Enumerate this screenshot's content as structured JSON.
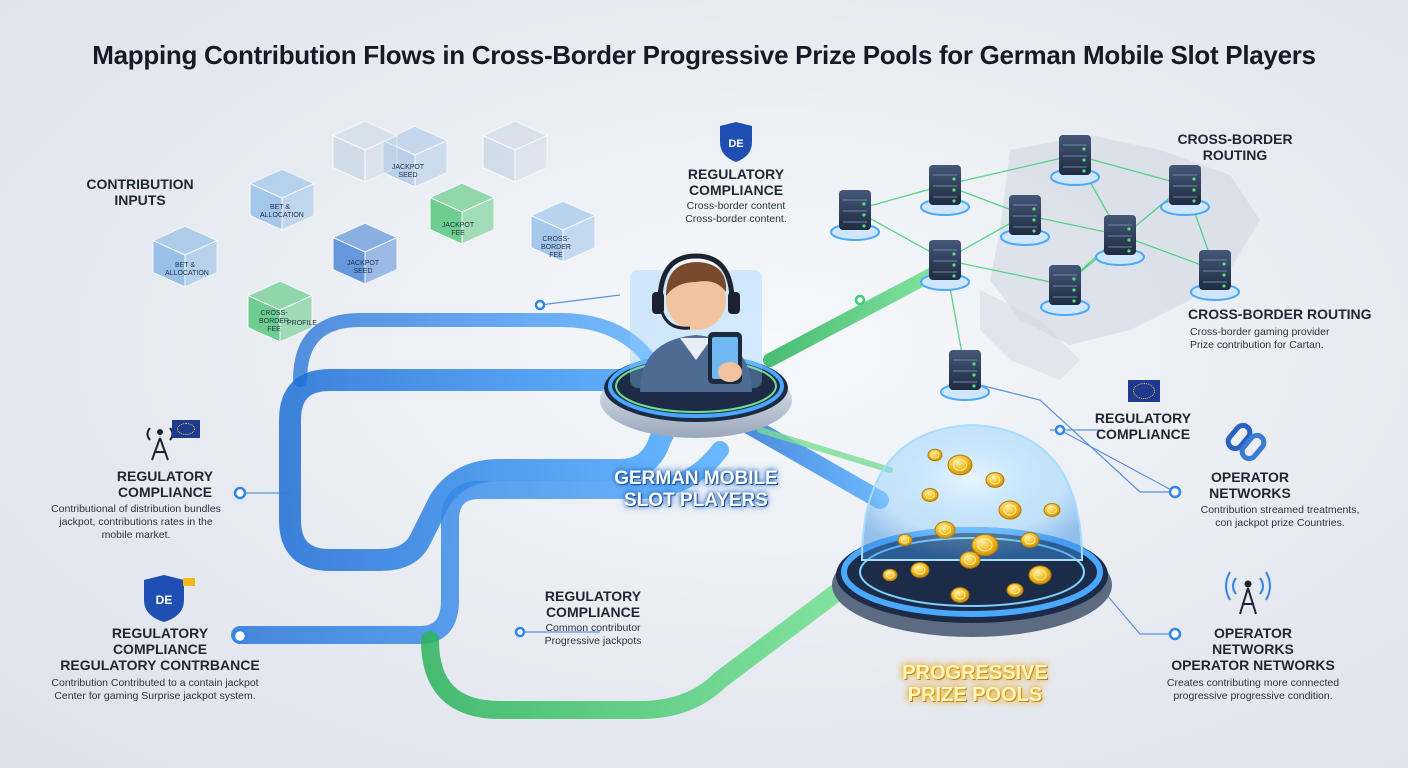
{
  "title": "Mapping Contribution Flows in Cross-Border Progressive Prize Pools for German Mobile Slot Players",
  "central_node": {
    "label_line1": "GERMAN MOBILE",
    "label_line2": "SLOT PLAYERS"
  },
  "prize_node": {
    "label_line1": "PROGRESSIVE",
    "label_line2": "PRIZE POOLS"
  },
  "contribution_inputs": {
    "label_line1": "CONTRIBUTION",
    "label_line2": "INPUTS",
    "cube_labels": [
      "BET & ALLOCATION",
      "BET & ALLOCATION",
      "JACKPOT SEED",
      "JACKPOT FEE",
      "CROSS-BORDER FEE",
      "JACKPOT SEED",
      "CROSS-BORDER FEE",
      "PROFILE"
    ]
  },
  "top_regulatory": {
    "badge": "DE",
    "label_line1": "REGULATORY",
    "label_line2": "COMPLIANCE",
    "desc_line1": "Cross-border content",
    "desc_line2": "Cross-border content."
  },
  "routing_top": {
    "label_line1": "CROSS-BORDER",
    "label_line2": "ROUTING"
  },
  "routing_right": {
    "label": "CROSS-BORDER ROUTING",
    "desc_line1": "Cross-border gaming provider",
    "desc_line2": "Prize contribution for Cartan."
  },
  "right_regulatory": {
    "label_line1": "REGULATORY",
    "label_line2": "COMPLIANCE"
  },
  "operator_1": {
    "label_line1": "OPERATOR",
    "label_line2": "NETWORKS",
    "desc_line1": "Contribution streamed treatments,",
    "desc_line2": "con jackpot prize Countries."
  },
  "operator_2": {
    "label_line1": "OPERATOR",
    "label_line2": "NETWORKS",
    "label_line3": "OPERATOR NETWORKS",
    "desc_line1": "Creates contributing more connected",
    "desc_line2": "progressive progressive condition."
  },
  "left_regulatory_1": {
    "label_line1": "REGULATORY",
    "label_line2": "COMPLIANCE",
    "desc_line1": "Contributional of distribution bundles",
    "desc_line2": "jackpot, contributions rates in the",
    "desc_line3": "mobile market."
  },
  "left_regulatory_2": {
    "badge": "DE",
    "label_line1": "REGULATORY",
    "label_line2": "COMPLIANCE",
    "label_line3": "REGULATORY CONTRBANCE",
    "desc_line1": "Contribution Contributed to a contain jackpot",
    "desc_line2": "Center for gaming Surprise jackpot system."
  },
  "center_regulatory": {
    "label_line1": "REGULATORY",
    "label_line2": "COMPLIANCE",
    "desc_line1": "Common contributor",
    "desc_line2": "Progressive jackpots"
  },
  "icons": [
    "headset-user-icon",
    "phone-icon",
    "shield-de-icon",
    "eu-flag-icon",
    "signal-tower-icon",
    "chain-link-icon",
    "server-node-icon",
    "coin-icon"
  ],
  "colors": {
    "blue_flow": "#2f86e6",
    "green_flow": "#35c46a",
    "gold": "#f2b51c",
    "dark_text": "#1a2230"
  }
}
